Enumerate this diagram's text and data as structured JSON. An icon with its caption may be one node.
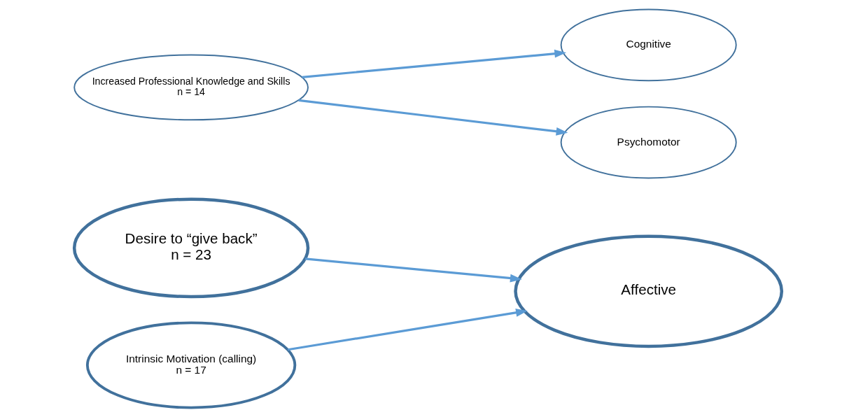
{
  "diagram": {
    "nodes": [
      {
        "text": [
          "Desire to “give back”",
          "n = 23"
        ]
      },
      {
        "text": [
          "Intrinsic Motivation (calling)",
          "n = 17"
        ]
      },
      {
        "text": [
          "Increased Professional Knowledge and Skills",
          "n = 14"
        ]
      },
      {
        "text": [
          "Affective"
        ]
      },
      {
        "text": [
          "Cognitive"
        ]
      },
      {
        "text": [
          "Psychomotor"
        ]
      }
    ],
    "edges": [
      {
        "from": 0,
        "to": 3,
        "arrow": "to"
      },
      {
        "from": 1,
        "to": 3,
        "arrow": "to"
      },
      {
        "from": 2,
        "to": 4,
        "arrow": "to"
      },
      {
        "from": 2,
        "to": 5,
        "arrow": "to"
      }
    ]
  }
}
